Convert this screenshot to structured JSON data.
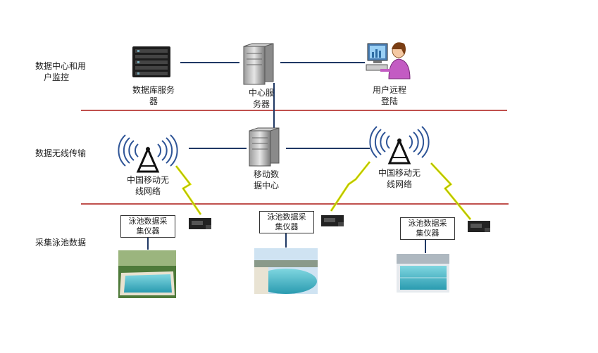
{
  "layers": {
    "monitor": "数据中心和用户监控",
    "monitor_line1": "数据中心和用",
    "monitor_line2": "户监控",
    "wireless": "数据无线传输",
    "collect": "采集泳池数据"
  },
  "nodes": {
    "db_server": [
      "数据库服务",
      "器"
    ],
    "center_server": [
      "中心服",
      "务器"
    ],
    "remote_user": [
      "用户远程",
      "登陆"
    ],
    "mobile_center": [
      "移动数",
      "据中心"
    ],
    "cm_network_left": [
      "中国移动无",
      "线网络"
    ],
    "cm_network_right": [
      "中国移动无",
      "线网络"
    ]
  },
  "collectors": [
    [
      "泳池数据采",
      "集仪器"
    ],
    [
      "泳池数据采",
      "集仪器"
    ],
    [
      "泳池数据采",
      "集仪器"
    ]
  ],
  "colors": {
    "divider": "#c0504d",
    "link": "#1f3864",
    "lightning": "#e8e800",
    "pool_water": "#3fb8c8"
  },
  "icons": [
    "rack-server-icon",
    "tower-server-icon",
    "user-computer-icon",
    "antenna-icon",
    "data-logger-icon",
    "pool-photo-icon"
  ]
}
